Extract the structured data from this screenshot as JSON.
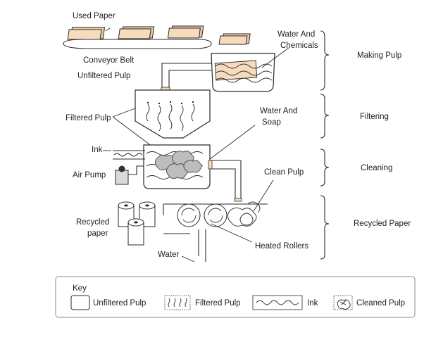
{
  "labels": {
    "used_paper": "Used Paper",
    "conveyor_belt": "Conveyor Belt",
    "unfiltered_pulp": "Unfiltered Pulp",
    "water_and_chemicals_line1": "Water And",
    "water_and_chemicals_line2": "Chemicals",
    "filtered_pulp": "Filtered Pulp",
    "water_and_soap_line1": "Water And",
    "water_and_soap_line2": "Soap",
    "ink": "Ink",
    "air_pump": "Air Pump",
    "clean_pulp": "Clean Pulp",
    "recycled_paper_line1": "Recycled",
    "recycled_paper_line2": "paper",
    "heated_rollers": "Heated Rollers",
    "water": "Water"
  },
  "stages": {
    "making_pulp": "Making Pulp",
    "filtering": "Filtering",
    "cleaning": "Cleaning",
    "recycled_paper": "Recycled Paper"
  },
  "key": {
    "title": "Key",
    "items": [
      {
        "label": "Unfiltered Pulp",
        "icon": "blank-box-icon"
      },
      {
        "label": "Filtered Pulp",
        "icon": "dotted-lines-icon"
      },
      {
        "label": "Ink",
        "icon": "wave-line-icon"
      },
      {
        "label": "Cleaned Pulp",
        "icon": "cleaned-pulp-icon"
      }
    ]
  },
  "colors": {
    "paper": "#f6dcbd",
    "pulp": "#bdbdbd",
    "line": "#2a2a2a"
  }
}
